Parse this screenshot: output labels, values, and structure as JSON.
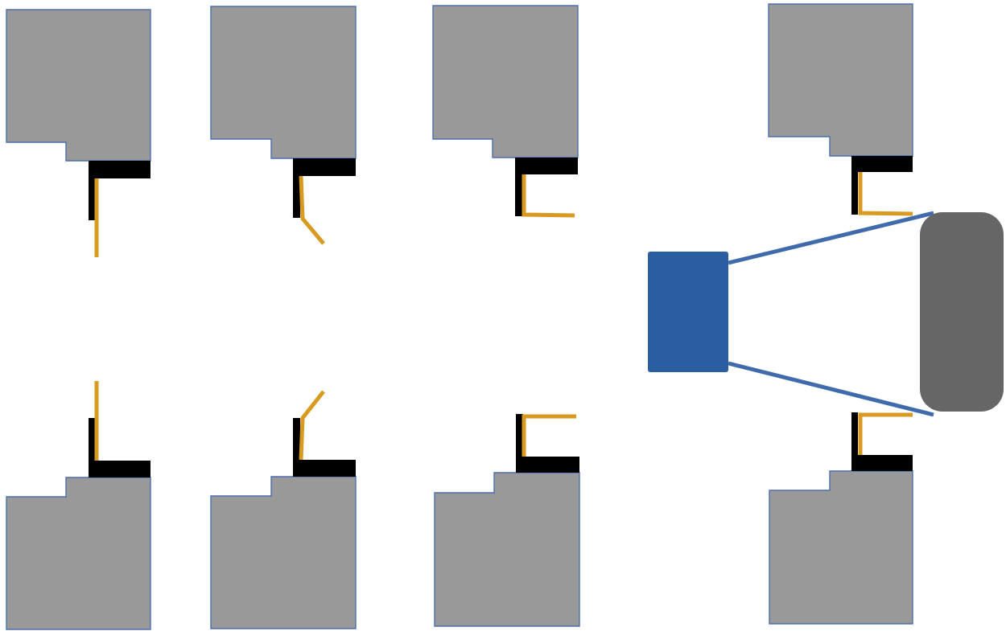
{
  "colors": {
    "background": "#ffffff",
    "block_fill": "#999999",
    "block_stroke": "#4a6fae",
    "clamp": "#000000",
    "wire": "#d89a21",
    "source_fill": "#2a5ea0",
    "target_fill": "#666666",
    "beam": "#3f6bac"
  },
  "stages": [
    {
      "name": "straight",
      "wire_shape": "straight"
    },
    {
      "name": "bent-angled",
      "wire_shape": "angled"
    },
    {
      "name": "bent-hook",
      "wire_shape": "hook"
    },
    {
      "name": "hook-under-beam",
      "wire_shape": "hook"
    }
  ],
  "light_beam": {
    "source": "blue-rectangle",
    "target": "rounded-gray-rectangle"
  }
}
